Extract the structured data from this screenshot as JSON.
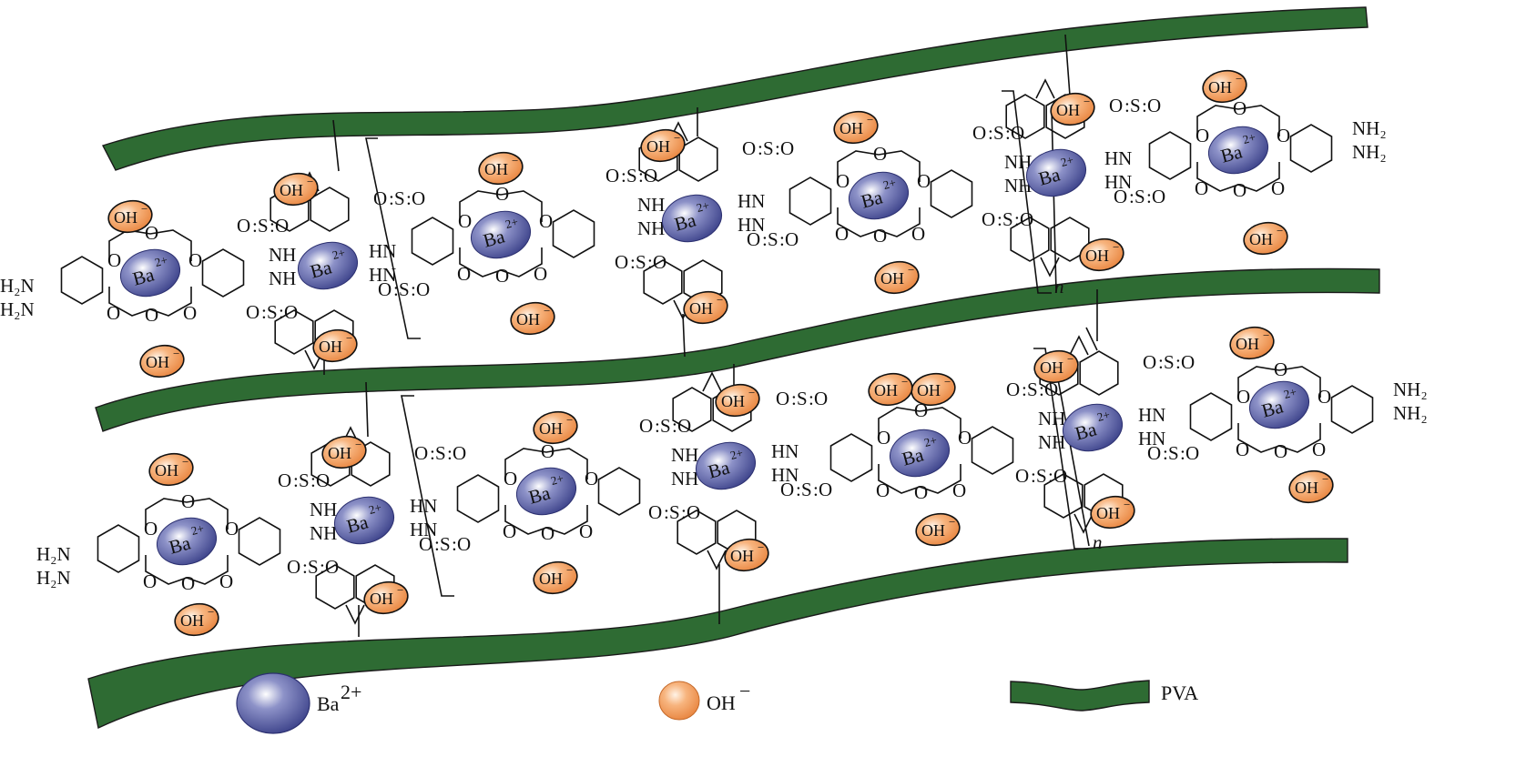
{
  "diagram": {
    "type": "schematic",
    "description": "Barium-crown-ether / sulfonated polymer chains embedded between PVA strands with OH- ions",
    "colors": {
      "pva": "#2e6b33",
      "ba_ion": "#4a4f95",
      "oh_ion": "#f0995a",
      "line": "#111111"
    },
    "labels": {
      "ba": "Ba",
      "ba_charge": "2+",
      "oh": "OH",
      "oh_charge": "−",
      "nh": "NH",
      "hn": "HN",
      "nh2": "NH",
      "h2n": "H",
      "n": "n",
      "o": "O",
      "s": "S"
    },
    "legend": [
      {
        "key": "ba",
        "label": "Ba",
        "charge": "2+"
      },
      {
        "key": "oh",
        "label": "OH",
        "charge": "−"
      },
      {
        "key": "pva",
        "label": "PVA"
      }
    ]
  }
}
